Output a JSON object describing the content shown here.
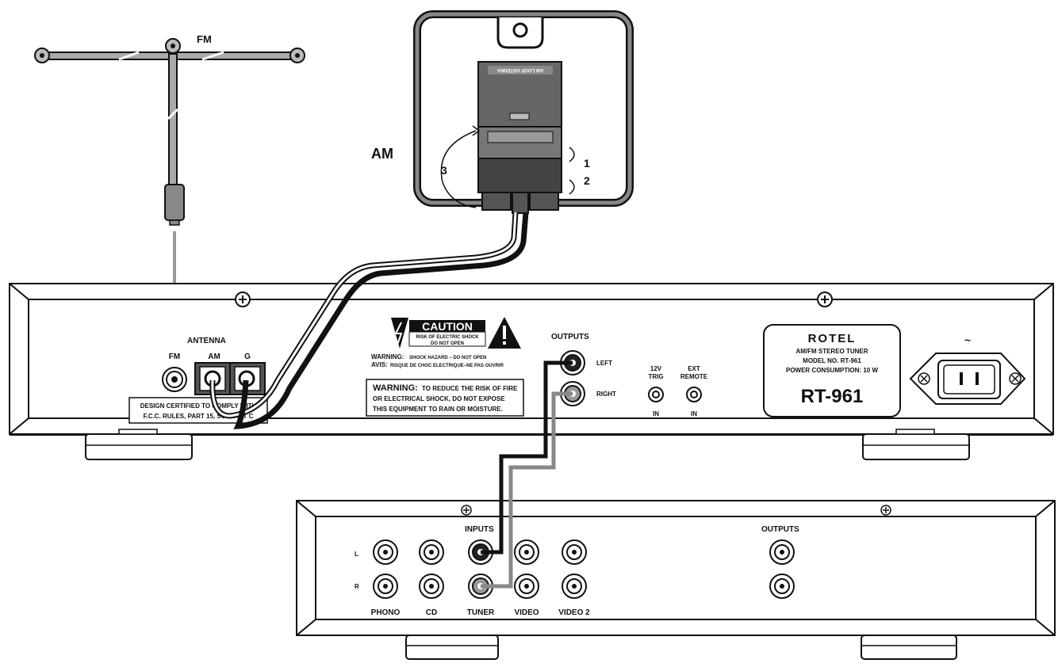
{
  "fm_antenna": {
    "label": "FM"
  },
  "am_antenna": {
    "label": "AM",
    "clip_label": "AM LOOP ANTENNA",
    "steps": [
      "1",
      "2",
      "3"
    ]
  },
  "tuner": {
    "antenna_label": "ANTENNA",
    "fm_label": "FM",
    "am_label": "AM",
    "g_label": "G",
    "fcc_line1": "DESIGN CERTIFIED TO COMPLY WITH",
    "fcc_line2": "F.C.C. RULES, PART 15, SUBPART C",
    "caution_title": "CAUTION",
    "caution_line1": "RISK OF ELECTRIC SHOCK",
    "caution_line2": "DO NOT OPEN",
    "warning_prefix": "WARNING:",
    "warning_text": "SHOCK HAZARD – DO NOT OPEN",
    "avis_prefix": "AVIS:",
    "avis_text": "RISQUE DE CHOC ELECTRIQUE–NE PAS OUVRIR",
    "warning2_prefix": "WARNING:",
    "warning2_line1": "TO REDUCE THE RISK OF FIRE",
    "warning2_line2": "OR ELECTRICAL SHOCK, DO NOT EXPOSE",
    "warning2_line3": "THIS EQUIPMENT TO RAIN OR MOISTURE.",
    "outputs_label": "OUTPUTS",
    "left_label": "LEFT",
    "right_label": "RIGHT",
    "trig_line1": "12V",
    "trig_line2": "TRIG",
    "trig_in": "IN",
    "remote_line1": "EXT",
    "remote_line2": "REMOTE",
    "remote_in": "IN",
    "brand": "ROTEL",
    "product_desc": "AM/FM STEREO TUNER",
    "model_no": "MODEL NO. RT-961",
    "power": "POWER CONSUMPTION: 10 W",
    "model": "RT-961",
    "ac_symbol": "~"
  },
  "amplifier": {
    "inputs_label": "INPUTS",
    "outputs_label": "OUTPUTS",
    "row_l": "L",
    "row_r": "R",
    "inputs": [
      "PHONO",
      "CD",
      "TUNER",
      "VIDEO",
      "VIDEO 2"
    ]
  }
}
